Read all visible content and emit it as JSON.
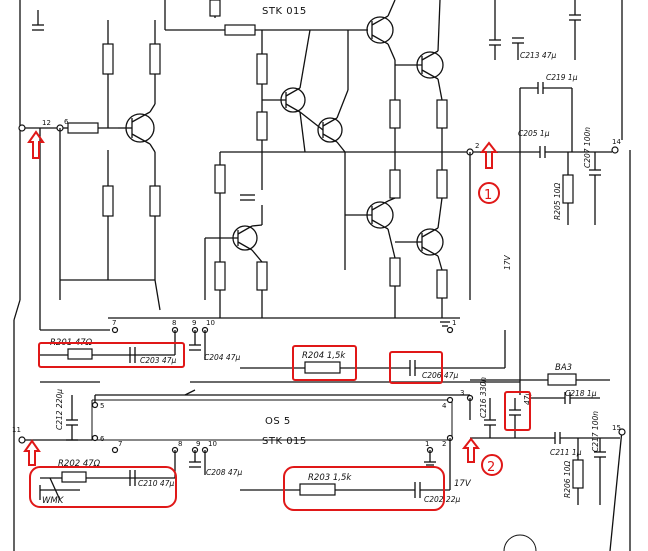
{
  "top_chip": "STK 015",
  "bottom_chip": {
    "title": "OS 5",
    "part": "STK 015"
  },
  "terminals": {
    "in_top": "12",
    "in_bottom": "11",
    "out_top": "14",
    "out_bottom": "15"
  },
  "pins_top": {
    "p6": "6",
    "p2": "2",
    "p7": "7",
    "p8": "8",
    "p9": "9",
    "p10": "10",
    "p1": "1"
  },
  "pins_bottom": {
    "p5": "5",
    "p6": "6",
    "p7": "7",
    "p8": "8",
    "p9": "9",
    "p10": "10",
    "p1": "1",
    "p2": "2",
    "p4": "4",
    "p3": "3"
  },
  "labels": {
    "r201": "R201 47Ω",
    "c203": "C203 47μ",
    "c204": "C204 47μ",
    "r204": "R204 1,5k",
    "c206": "C206 47μ",
    "c205": "C205 1μ",
    "r205": "R205 10Ω",
    "c207": "C207 100n",
    "c213": "C213 47μ",
    "c219": "C219 1μ",
    "rail_top": "17V",
    "ba3": "BA3",
    "c212": "C212 220μ",
    "c216": "C216 330n",
    "c218": "C218 1μ",
    "c211": "C211 1μ",
    "c217": "C217 100n",
    "r202": "R202 47Ω",
    "c210": "C210 47μ",
    "c208": "C208 47μ",
    "r203": "R203 1,5k",
    "rail_bottom": "17V",
    "c202": "C202 22μ",
    "r206": "R206 10Ω",
    "wmk": "WMK",
    "c47": "47μ"
  },
  "markers": [
    "1",
    "2"
  ],
  "colors": {
    "ink": "#111111",
    "highlight": "#e01818",
    "paper": "#ffffff"
  }
}
